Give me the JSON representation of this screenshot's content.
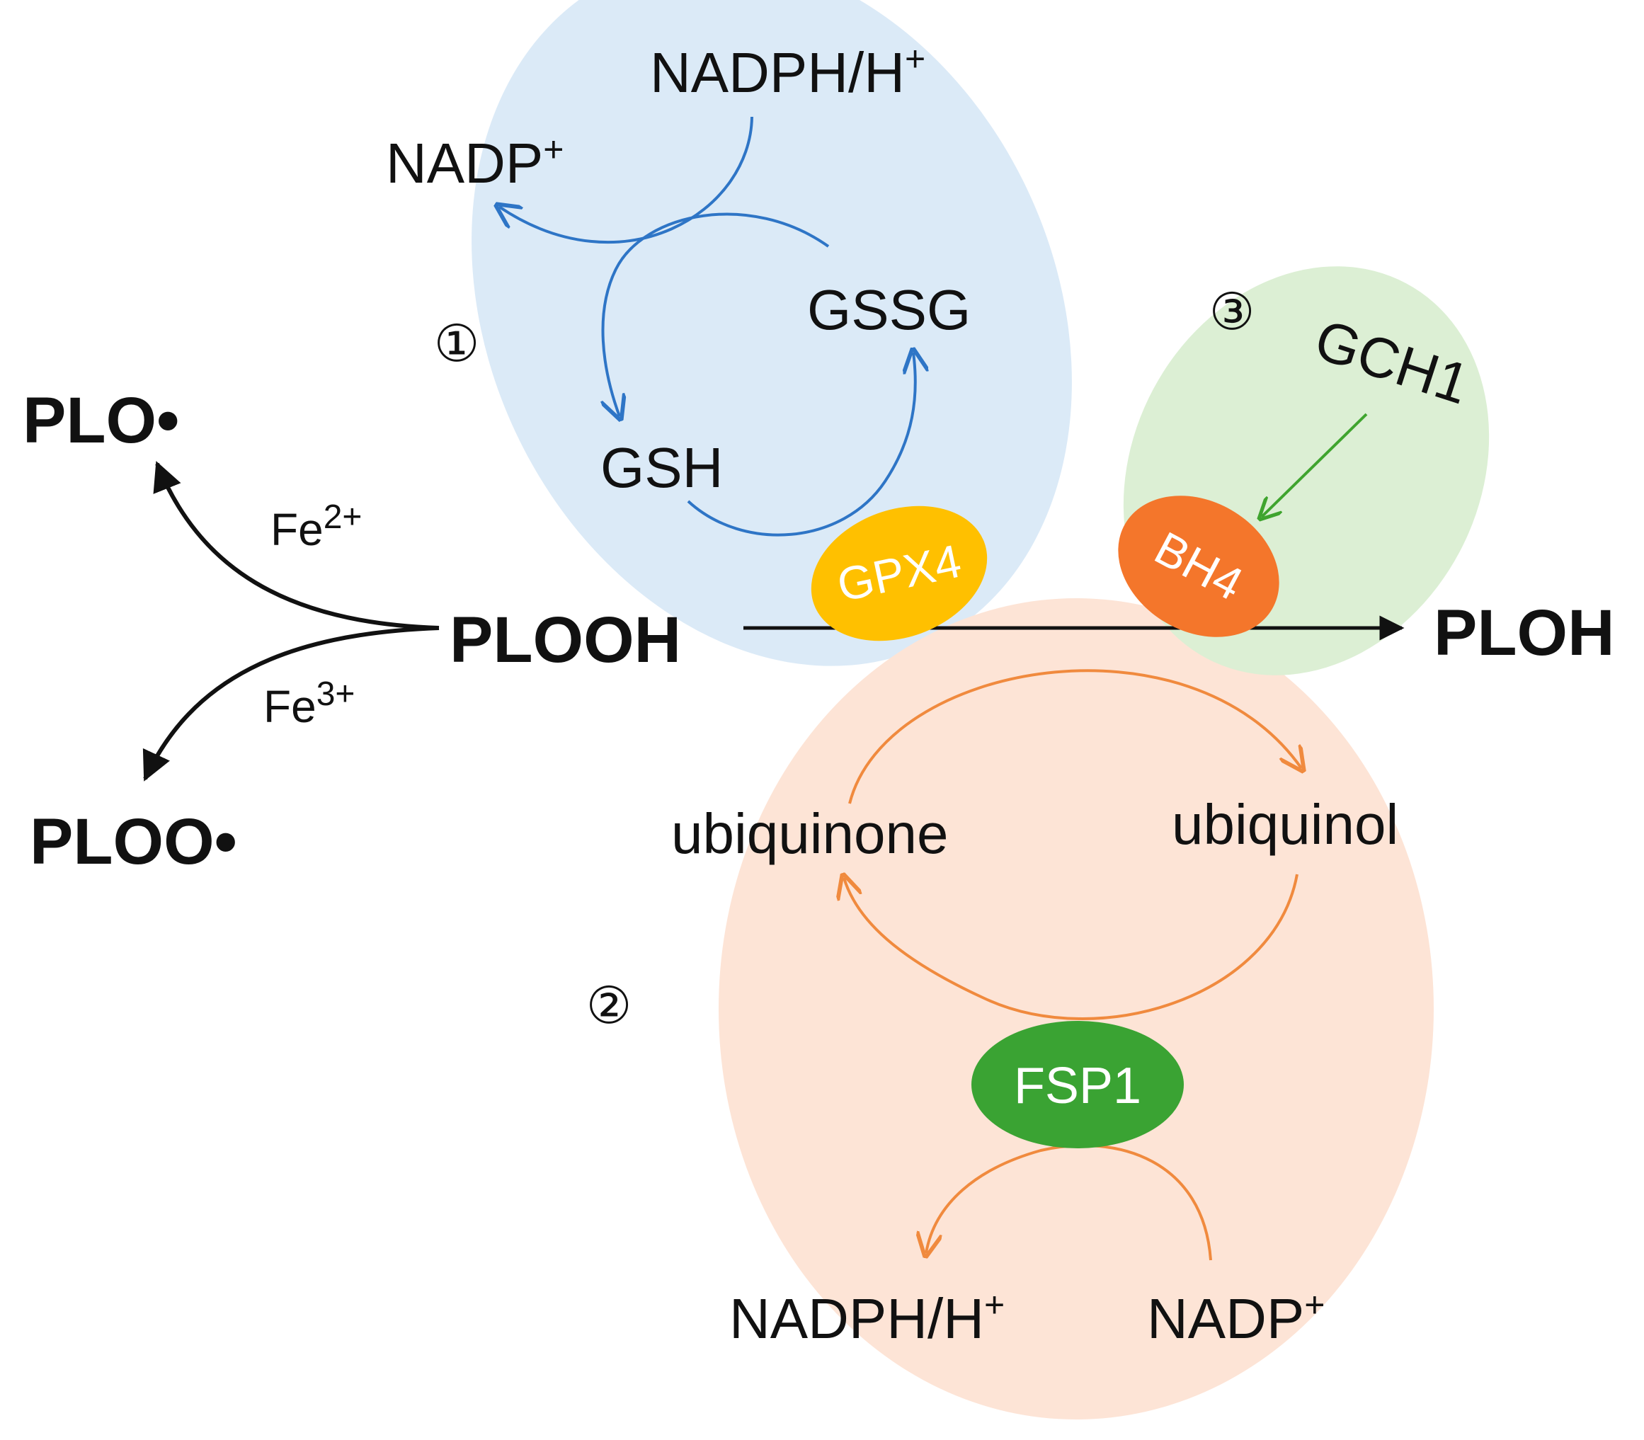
{
  "colors": {
    "gsh_cycle_region": "#dbeaf7",
    "fsp1_cycle_region": "#fde4d6",
    "bh4_region": "#dcefd4",
    "gpx4": "#ffc000",
    "bh4": "#f4762b",
    "fsp1": "#3aa333",
    "blue_arrow": "#2e75c6",
    "orange_arrow": "#f08a3e",
    "green_arrow": "#3fa42e",
    "black_arrow": "#111111"
  },
  "pathway_numbers": {
    "one": "①",
    "two": "②",
    "three": "③"
  },
  "central": {
    "substrate": "PLOOH",
    "product": "PLOH"
  },
  "iron": {
    "product_top": "PLO•",
    "product_bottom": "PLOO•",
    "fe2": {
      "base": "Fe",
      "sup": "2+"
    },
    "fe3": {
      "base": "Fe",
      "sup": "3+"
    }
  },
  "pathway1": {
    "nadph": {
      "base": "NADPH/H",
      "sup": "+"
    },
    "nadp": {
      "base": "NADP",
      "sup": "+"
    },
    "gssg": "GSSG",
    "gsh": "GSH",
    "enzyme": "GPX4"
  },
  "pathway2": {
    "ubiquinone": "ubiquinone",
    "ubiquinol": "ubiquinol",
    "enzyme": "FSP1",
    "nadph": {
      "base": "NADPH/H",
      "sup": "+"
    },
    "nadp": {
      "base": "NADP",
      "sup": "+"
    }
  },
  "pathway3": {
    "gch1": "GCH1",
    "cofactor": "BH4"
  }
}
